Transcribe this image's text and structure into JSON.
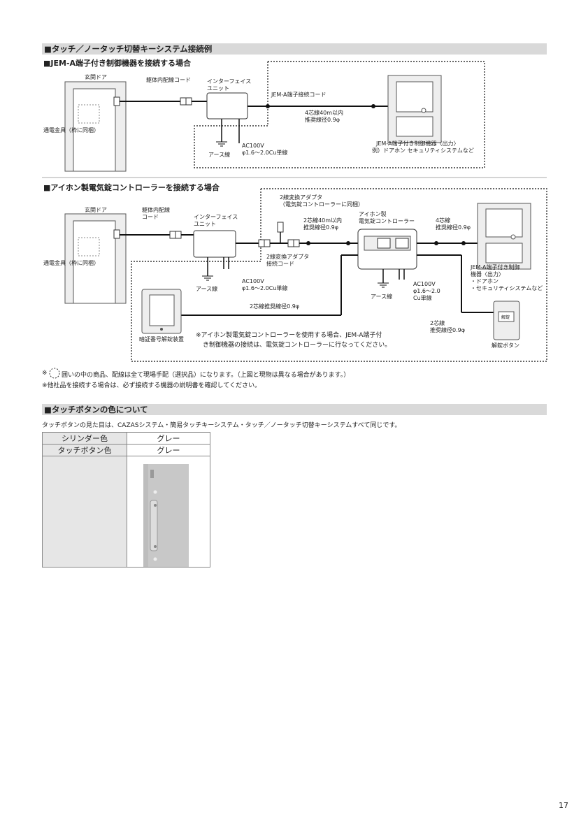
{
  "section1": {
    "title": "■タッチ／ノータッチ切替キーシステム接続例",
    "diagram1": {
      "title": "■JEM-A端子付き制御機器を接続する場合",
      "labels": {
        "door": "玄関ドア",
        "fitting": "通電金具（枠に同梱）",
        "body_cord": "躯体内配線コード",
        "iface1": "インターフェイス",
        "iface2": "ユニット",
        "jem_cord": "JEM-A端子接続コード",
        "wire1": "4芯線40m以内",
        "wire2": "推奨線径0.9φ",
        "ac1": "AC100V",
        "ac2": "φ1.6～2.0Cu単線",
        "earth": "アース線",
        "device1": "JEM-A端子付き制御機器〈出力〉",
        "device2": "例）ドアホン セキュリティシステムなど"
      }
    },
    "diagram2": {
      "title": "■アイホン製電気錠コントローラーを接続する場合",
      "labels": {
        "door": "玄関ドア",
        "fitting": "通電金具（枠に同梱）",
        "body_cord1": "躯体内配線",
        "body_cord2": "コード",
        "iface1": "インターフェイス",
        "iface2": "ユニット",
        "adapter1": "2線変換アダプタ",
        "adapter2": "（電気錠コントローラーに同梱）",
        "wire_a1": "2芯線40m以内",
        "wire_a2": "推奨線径0.9φ",
        "aiphone1": "アイホン製",
        "aiphone2": "電気錠コントローラー",
        "wire_b1": "4芯線",
        "wire_b2": "推奨線径0.9φ",
        "adapter_cord1": "2線変換アダプタ",
        "adapter_cord2": "接続コード",
        "ac_a1": "AC100V",
        "ac_a2": "φ1.6～2.0Cu単線",
        "earth_a": "アース線",
        "ac_b1": "AC100V",
        "ac_b2": "φ1.6～2.0",
        "ac_b3": "Cu単線",
        "earth_b": "アース線",
        "device1": "JEM-A端子付き制御",
        "device2": "機器〈出力〉",
        "device3": "・ドアホン",
        "device4": "・セキュリティシステムなど",
        "wire_c": "2芯線推奨線径0.9φ",
        "pin_device": "暗証番号解錠装置",
        "note1": "※アイホン製電気錠コントローラーを使用する場合、JEM-A端子付",
        "note2": "き制御機器の接続は、電気錠コントローラーに行なってください。",
        "wire_d1": "2芯線",
        "wire_d2": "推奨線径0.9φ",
        "unlock_btn": "解錠ボタン",
        "unlock_key": "解錠"
      }
    },
    "notes": {
      "note1_a": "※",
      "note1_b": "囲いの中の商品、配線は全て現場手配（選択品）になります。（上図と現物は異なる場合があります。）",
      "note2": "※他社品を接続する場合は、必ず接続する機器の説明書を確認してください。"
    }
  },
  "section2": {
    "title": "■タッチボタンの色について",
    "desc": "タッチボタンの見た目は、CAZASシステム・簡易タッチキーシステム・タッチ／ノータッチ切替キーシステムすべて同じです。",
    "rows": [
      {
        "label": "シリンダー色",
        "value": "グレー"
      },
      {
        "label": "タッチボタン色",
        "value": "グレー"
      }
    ]
  },
  "page_number": "17"
}
